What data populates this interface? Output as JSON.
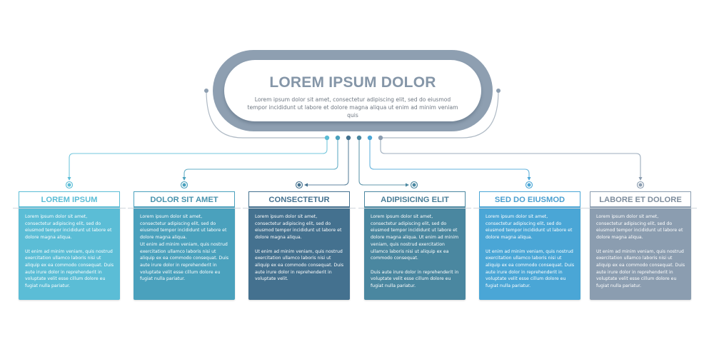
{
  "header": {
    "title": "LOREM IPSUM DOLOR",
    "text": "Lorem ipsum dolor sit amet, consectetur adipiscing elit, sed do eiusmod tempor incididunt ut labore et dolore magna aliqua ut enim ad minim veniam quis"
  },
  "colors": {
    "pill": "#8e9fb1",
    "connector_line": "#aeb9c4"
  },
  "cards": [
    {
      "title": "LOREM IPSUM",
      "color": "#5bbdd6",
      "title_color": "#5bbdd6",
      "paragraphs": [
        "Lorem ipsum dolor sit amet, consectetur adipiscing elit, sed do eiusmod tempor incididunt ut labore et dolore magna aliqua.",
        "Ut enim ad minim veniam, quis nostrud exercitation ullamco laboris nisi ut aliquip ex ea commodo consequat. Duis aute irure dolor in reprehenderit in voluptate velit esse cillum dolore eu fugiat nulla pariatur."
      ]
    },
    {
      "title": "DOLOR SIT AMET",
      "color": "#4aa1bd",
      "title_color": "#4893ad",
      "paragraphs": [
        "Lorem ipsum dolor sit amet, consectetur adipiscing elit, sed do eiusmod tempor incididunt ut labore et dolore magna aliqua.",
        "Ut enim ad minim veniam, quis nostrud exercitation ullamco laboris nisi ut aliquip ex ea commodo consequat. Duis aute irure dolor in reprehenderit in voluptate velit esse cillum dolore eu fugiat nulla pariatur."
      ]
    },
    {
      "title": "CONSECTETUR",
      "color": "#44718f",
      "title_color": "#44718f",
      "paragraphs": [
        "Lorem ipsum dolor sit amet, consectetur adipiscing elit, sed do eiusmod tempor incididunt ut labore et dolore magna aliqua.",
        "Ut enim ad minim veniam, quis nostrud exercitation ullamco laboris nisi ut aliquip ex ea commodo consequat. Duis aute irure dolor in reprehenderit in voluptate velit."
      ]
    },
    {
      "title": "ADIPISICING ELIT",
      "color": "#4a87a0",
      "title_color": "#4a7e97",
      "paragraphs": [
        "Lorem ipsum dolor sit amet, consectetur adipiscing elit, sed do eiusmod tempor incididunt ut labore et dolore magna aliqua. Ut enim ad minim veniam, quis nostrud exercitation ullamco laboris nisi ut aliquip ex ea commodo consequat.",
        "Duis aute irure dolor in reprehenderit in voluptate velit esse cillum dolore eu fugiat nulla pariatur."
      ]
    },
    {
      "title": "SED DO EIUSMOD",
      "color": "#4aa6d6",
      "title_color": "#4a9fd0",
      "paragraphs": [
        "Lorem ipsum dolor sit amet, consectetur adipiscing elit, sed do eiusmod tempor incididunt ut labore et dolore magna aliqua.",
        "Ut enim ad minim veniam, quis nostrud exercitation ullamco laboris nisi ut aliquip ex ea commodo consequat. Duis aute irure dolor in reprehenderit in voluptate velit esse cillum dolore eu fugiat nulla pariatur."
      ]
    },
    {
      "title": "LABORE ET DOLORE",
      "color": "#8b9db0",
      "title_color": "#7e8d9d",
      "paragraphs": [
        "Lorem ipsum dolor sit amet, consectetur adipiscing elit, sed do eiusmod tempor incididunt ut labore et dolore magna aliqua.",
        "Ut enim ad minim veniam, quis nostrud exercitation ullamco laboris nisi ut aliquip ex ea commodo consequat. Duis aute irure dolor in reprehenderit in voluptate velit esse cillum dolore eu fugiat nulla pariatur."
      ]
    }
  ]
}
